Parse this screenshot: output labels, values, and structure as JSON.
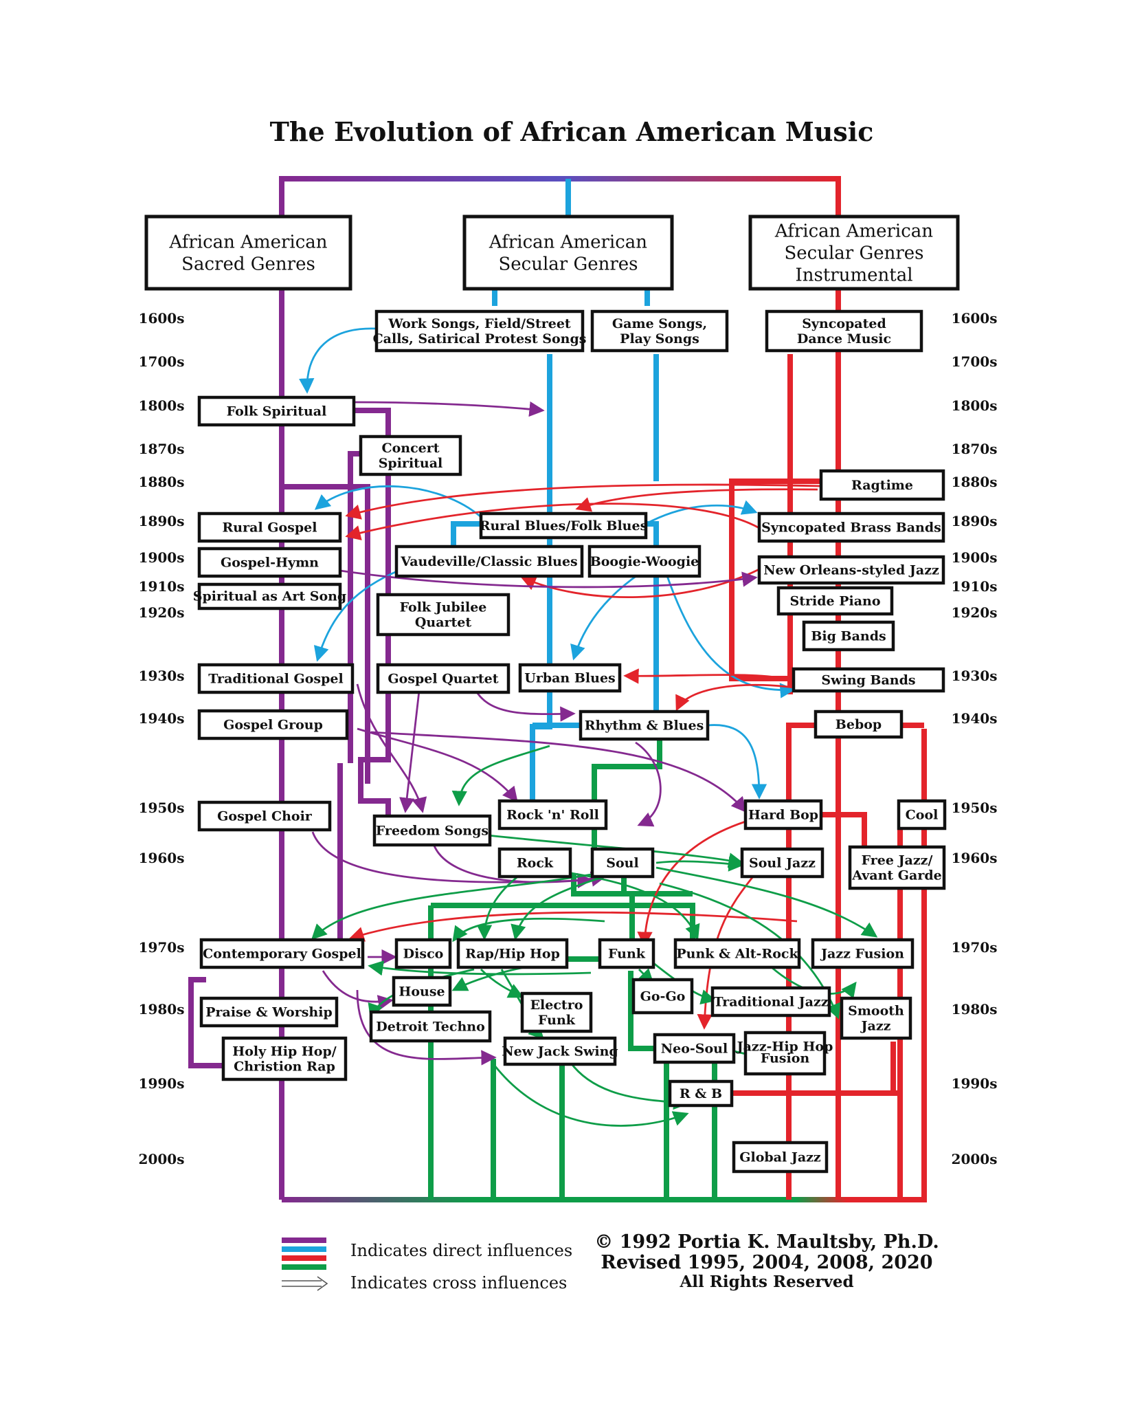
{
  "title": "The Evolution of African American Music",
  "colors": {
    "sacred": "#84298f",
    "secular": "#1ca3dd",
    "instrumental": "#e3242b",
    "popular": "#0e9d48",
    "box_stroke": "#111111"
  },
  "headers": [
    {
      "id": "sacred",
      "lines": [
        "African American",
        "Sacred Genres"
      ]
    },
    {
      "id": "secular",
      "lines": [
        "African American",
        "Secular Genres"
      ]
    },
    {
      "id": "instrumental",
      "lines": [
        "African American",
        "Secular Genres",
        "Instrumental"
      ]
    }
  ],
  "eras_left": [
    "1600s",
    "1700s",
    "1800s",
    "1870s",
    "1880s",
    "1890s",
    "1900s",
    "1910s",
    "1920s",
    "1930s",
    "1940s",
    "1950s",
    "1960s",
    "1970s",
    "1980s",
    "1990s",
    "2000s"
  ],
  "eras_right": [
    "1600s",
    "1700s",
    "1800s",
    "1870s",
    "1880s",
    "1890s",
    "1900s",
    "1910s",
    "1920s",
    "1930s",
    "1940s",
    "1950s",
    "1960s",
    "1970s",
    "1980s",
    "1990s",
    "2000s"
  ],
  "genres": [
    {
      "id": "work-songs",
      "lines": [
        "Work Songs, Field/Street",
        "Calls, Satirical Protest Songs"
      ]
    },
    {
      "id": "game-songs",
      "lines": [
        "Game Songs,",
        "Play Songs"
      ]
    },
    {
      "id": "syncopated-dance-music",
      "lines": [
        "Syncopated",
        "Dance Music"
      ]
    },
    {
      "id": "folk-spiritual",
      "lines": [
        "Folk Spiritual"
      ]
    },
    {
      "id": "concert-spiritual",
      "lines": [
        "Concert",
        "Spiritual"
      ]
    },
    {
      "id": "ragtime",
      "lines": [
        "Ragtime"
      ]
    },
    {
      "id": "rural-gospel",
      "lines": [
        "Rural Gospel"
      ]
    },
    {
      "id": "rural-blues",
      "lines": [
        "Rural Blues/Folk Blues"
      ]
    },
    {
      "id": "syncopated-brass-bands",
      "lines": [
        "Syncopated Brass Bands"
      ]
    },
    {
      "id": "gospel-hymn",
      "lines": [
        "Gospel-Hymn"
      ]
    },
    {
      "id": "vaudeville",
      "lines": [
        "Vaudeville/Classic Blues"
      ]
    },
    {
      "id": "boogie-woogie",
      "lines": [
        "Boogie-Woogie"
      ]
    },
    {
      "id": "new-orleans-jazz",
      "lines": [
        "New Orleans-styled Jazz"
      ]
    },
    {
      "id": "spiritual-art-song",
      "lines": [
        "Spiritual as Art Song"
      ]
    },
    {
      "id": "stride-piano",
      "lines": [
        "Stride Piano"
      ]
    },
    {
      "id": "folk-jubilee",
      "lines": [
        "Folk Jubilee",
        "Quartet"
      ]
    },
    {
      "id": "big-bands",
      "lines": [
        "Big Bands"
      ]
    },
    {
      "id": "traditional-gospel",
      "lines": [
        "Traditional Gospel"
      ]
    },
    {
      "id": "gospel-quartet",
      "lines": [
        "Gospel Quartet"
      ]
    },
    {
      "id": "urban-blues",
      "lines": [
        "Urban Blues"
      ]
    },
    {
      "id": "swing-bands",
      "lines": [
        "Swing Bands"
      ]
    },
    {
      "id": "gospel-group",
      "lines": [
        "Gospel Group"
      ]
    },
    {
      "id": "rhythm-blues",
      "lines": [
        "Rhythm & Blues"
      ]
    },
    {
      "id": "bebop",
      "lines": [
        "Bebop"
      ]
    },
    {
      "id": "gospel-choir",
      "lines": [
        "Gospel Choir"
      ]
    },
    {
      "id": "rock-n-roll",
      "lines": [
        "Rock 'n' Roll"
      ]
    },
    {
      "id": "hard-bop",
      "lines": [
        "Hard Bop"
      ]
    },
    {
      "id": "cool",
      "lines": [
        "Cool"
      ]
    },
    {
      "id": "freedom-songs",
      "lines": [
        "Freedom Songs"
      ]
    },
    {
      "id": "rock",
      "lines": [
        "Rock"
      ]
    },
    {
      "id": "soul",
      "lines": [
        "Soul"
      ]
    },
    {
      "id": "soul-jazz",
      "lines": [
        "Soul Jazz"
      ]
    },
    {
      "id": "free-jazz",
      "lines": [
        "Free Jazz/",
        "Avant Garde"
      ]
    },
    {
      "id": "contemporary-gospel",
      "lines": [
        "Contemporary Gospel"
      ]
    },
    {
      "id": "disco",
      "lines": [
        "Disco"
      ]
    },
    {
      "id": "rap-hip-hop",
      "lines": [
        "Rap/Hip Hop"
      ]
    },
    {
      "id": "funk",
      "lines": [
        "Funk"
      ]
    },
    {
      "id": "punk-alt-rock",
      "lines": [
        "Punk & Alt-Rock"
      ]
    },
    {
      "id": "jazz-fusion",
      "lines": [
        "Jazz Fusion"
      ]
    },
    {
      "id": "house",
      "lines": [
        "House"
      ]
    },
    {
      "id": "go-go",
      "lines": [
        "Go-Go"
      ]
    },
    {
      "id": "traditional-jazz",
      "lines": [
        "Traditional Jazz"
      ]
    },
    {
      "id": "praise-worship",
      "lines": [
        "Praise & Worship"
      ]
    },
    {
      "id": "electro-funk",
      "lines": [
        "Electro",
        "Funk"
      ]
    },
    {
      "id": "smooth-jazz",
      "lines": [
        "Smooth",
        "Jazz"
      ]
    },
    {
      "id": "detroit-techno",
      "lines": [
        "Detroit Techno"
      ]
    },
    {
      "id": "neo-soul",
      "lines": [
        "Neo-Soul"
      ]
    },
    {
      "id": "holy-hip-hop",
      "lines": [
        "Holy Hip Hop/",
        "Christion Rap"
      ]
    },
    {
      "id": "new-jack-swing",
      "lines": [
        "New Jack Swing"
      ]
    },
    {
      "id": "jazz-hip-hop-fusion",
      "lines": [
        "Jazz-Hip Hop",
        "Fusion"
      ]
    },
    {
      "id": "r-and-b",
      "lines": [
        "R & B"
      ]
    },
    {
      "id": "global-jazz",
      "lines": [
        "Global Jazz"
      ]
    }
  ],
  "legend": {
    "direct": "Indicates direct influences",
    "cross": "Indicates cross influences"
  },
  "copyright": {
    "line1": "© 1992 Portia K. Maultsby, Ph.D.",
    "line2": "Revised 1995, 2004, 2008, 2020",
    "line3": "All Rights Reserved"
  }
}
